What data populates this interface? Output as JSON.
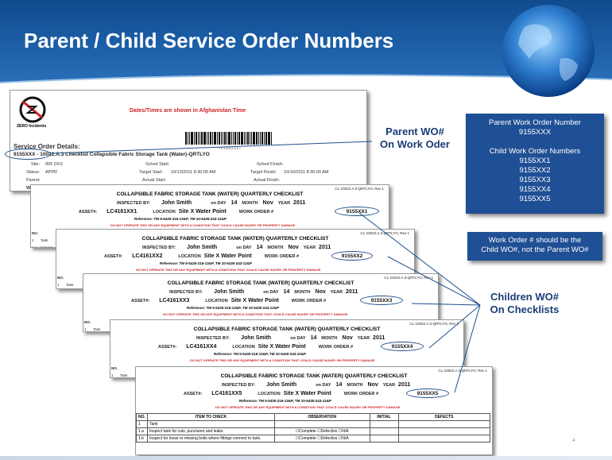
{
  "slide": {
    "title": "Parent / Child Service Order Numbers",
    "page_number": "4"
  },
  "service_order": {
    "logo_text": "ZERO Incidents",
    "datetime_note": "Dates/Times are shown in Afghanistan Time",
    "barcode_text": "* 9 1 5 5 2 5 5 *",
    "details_label": "Service Order Details:",
    "order_line": "9155XXX - 10022.A.3 Checklist Collapsible Fabric Storage Tank (Water)-QRTLYO",
    "site_label": "Site:",
    "site_value": "005 DXX",
    "status_label": "Status:",
    "status_value": "APPR",
    "parent_label": "Parent:",
    "work_label": "Wo",
    "sched_start_label": "Sched Start:",
    "target_start_label": "Target Start:",
    "target_start_value": "10/13/2011 8:30:00 AM",
    "actual_start_label": "Actual Start:",
    "sched_finish_label": "Sched Finish:",
    "target_finish_label": "Target Finish:",
    "target_finish_value": "10/16/2011 8:30:00 AM",
    "actual_finish_label": "Actual Finish:"
  },
  "checklist_common": {
    "title": "COLLAPSIBLE FABRIC STORAGE TANK (WATER) QUARTERLY CHECKLIST",
    "form_id": "CL-10022.A.3-QRTLYO, Rev 1",
    "inspected_by_label": "INSPECTED BY:",
    "inspector": "John Smith",
    "on_day_label": "on DAY",
    "day": "14",
    "month_label": "MONTH",
    "month": "Nov",
    "year_label": "YEAR",
    "year": "2011",
    "asset_label": "ASSET#:",
    "location_label": "LOCATION",
    "location": "Site X Water Point",
    "work_order_label": "WORK ORDER #",
    "reference": "Reference: TM 5-5430-216-13&P, TM 10-5430-243-12&P",
    "warning": "DO NOT OPERATE THIS OR ANY EQUIPMENT WITH A CONDITION THAT COULD CAUSE INJURY OR PROPERTY DAMAGE",
    "no_label": "NO.",
    "tank_label": "Tank",
    "inspect_label": "Inspect",
    "row_1": "1",
    "row_1a": "1.a",
    "row_1b": "1.b"
  },
  "checklists": [
    {
      "asset": "LC4161XX1",
      "work_order": "9155XX1"
    },
    {
      "asset": "LC4161XX2",
      "work_order": "9155XX2"
    },
    {
      "asset": "LC4161XX3",
      "work_order": "9155XX3"
    },
    {
      "asset": "LC4161XX4",
      "work_order": "9155XX4"
    },
    {
      "asset": "LC4161XX5",
      "work_order": "9155XX5"
    }
  ],
  "final_table": {
    "headers": [
      "NO.",
      "ITEM TO CHECK",
      "OBSERVATION",
      "INITIAL",
      "DEFECTS"
    ],
    "rows": [
      [
        "1",
        "Tank",
        "",
        "",
        ""
      ],
      [
        "1.a",
        "Inspect tank for cuts, punctures and leaks.",
        "☐Complete   ☐Defective   ☐N/A",
        "",
        ""
      ],
      [
        "1.b",
        "Inspect for loose or missing bolts where fittings connect to tank.",
        "☐Complete   ☐Defective   ☐N/A",
        "",
        ""
      ]
    ]
  },
  "callouts": {
    "parent_line1": "Parent WO#",
    "parent_line2": "On Work Oder",
    "children_line1": "Children WO#",
    "children_line2": "On Checklists"
  },
  "info_box": {
    "parent_heading": "Parent  Work  Order Number",
    "parent_number": "9155XXX",
    "child_heading": "Child  Work  Order Numbers",
    "child_numbers": [
      "9155XX1",
      "9155XX2",
      "9155XX3",
      "9155XX4",
      "9155XX5"
    ]
  },
  "note_box": {
    "line1": "Work Order # should be the",
    "line2": "Child WO#, not the Parent WO#"
  },
  "colors": {
    "header_blue": "#1c5fa8",
    "callout_blue": "#1b3d78",
    "box_blue": "#1f4f94",
    "warning_red": "#cc2222"
  }
}
